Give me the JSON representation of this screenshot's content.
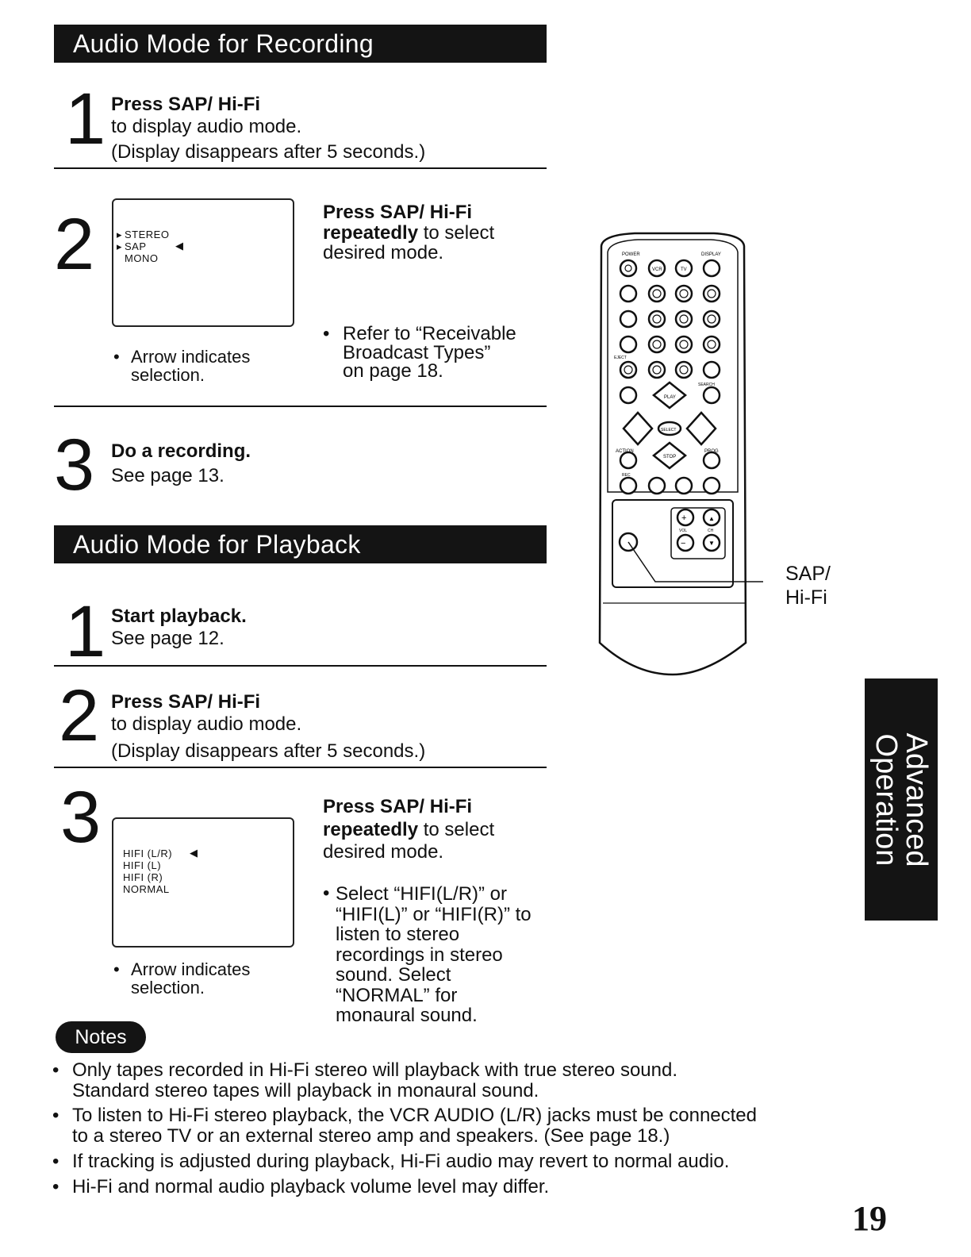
{
  "recording": {
    "title": "Audio Mode for Recording",
    "step1": {
      "num": "1",
      "bold": "Press SAP/ Hi-Fi",
      "line2": "to display audio mode.",
      "line3": "(Display disappears after 5 seconds.)"
    },
    "step2": {
      "num": "2",
      "screen": {
        "lines": [
          "STEREO",
          "SAP",
          "MONO"
        ]
      },
      "bullet_left": [
        "Arrow indicates",
        "selection."
      ],
      "bold": "Press SAP/ Hi-Fi",
      "bold2": "repeatedly",
      "rest2": " to select",
      "line3": "desired mode.",
      "bullet_right": [
        "Refer to “Receivable",
        "Broadcast Types”",
        "on page 18."
      ]
    },
    "step3": {
      "num": "3",
      "bold": "Do a recording.",
      "line2": "See page 13."
    }
  },
  "playback": {
    "title": "Audio Mode for Playback",
    "step1": {
      "num": "1",
      "bold": "Start playback.",
      "line2": "See page 12."
    },
    "step2": {
      "num": "2",
      "bold": "Press SAP/ Hi-Fi",
      "line2": "to display audio mode.",
      "line3": "(Display disappears after 5 seconds.)"
    },
    "step3": {
      "num": "3",
      "screen": {
        "lines": [
          "HIFI (L/R)",
          "HIFI (L)",
          "HIFI (R)",
          "NORMAL"
        ]
      },
      "bullet_left": [
        "Arrow indicates",
        "selection."
      ],
      "bold": "Press SAP/ Hi-Fi",
      "bold2": "repeatedly",
      "rest2": " to select",
      "line3": "desired mode.",
      "bullet_right": [
        "Select “HIFI(L/R)” or",
        "“HIFI(L)” or “HIFI(R)” to",
        "listen to stereo",
        "recordings in stereo",
        "sound. Select",
        "“NORMAL” for",
        "monaural sound."
      ]
    }
  },
  "remote": {
    "callout": [
      "SAP/",
      "Hi-Fi"
    ],
    "labels": {
      "power": "POWER",
      "display": "DISPLAY",
      "vcr": "VCR",
      "tv": "TV",
      "play": "PLAY",
      "stop": "STOP",
      "select": "SELECT",
      "action": "ACTION",
      "prog": "PROG",
      "rec": "REC",
      "eject": "EJECT",
      "search": "SEARCH",
      "vol": "VOL",
      "ch": "CH"
    }
  },
  "side_tab": "Advanced Operation",
  "notes": {
    "label": "Notes",
    "items": [
      [
        "Only tapes recorded in Hi-Fi stereo will playback with true stereo sound.",
        "Standard stereo tapes will playback in monaural sound."
      ],
      [
        "To listen to Hi-Fi stereo playback, the VCR AUDIO (L/R) jacks must be connected",
        "to a stereo TV or an external stereo amp and speakers. (See page 18.)"
      ],
      [
        "If tracking is adjusted during playback, Hi-Fi audio may revert to normal audio."
      ],
      [
        "Hi-Fi and normal audio playback volume level may differ."
      ]
    ]
  },
  "page_number": "19"
}
